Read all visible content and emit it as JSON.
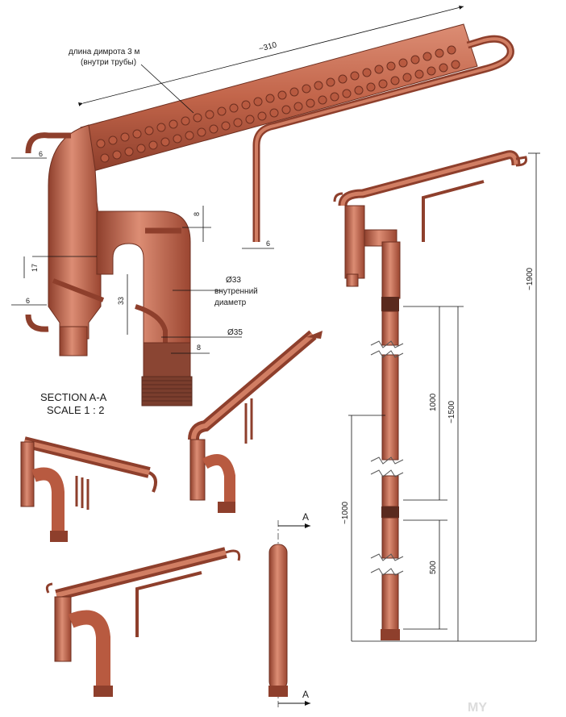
{
  "labels": {
    "chimney_length_line1": "длина димрота 3 м",
    "chimney_length_line2": "(внутри трубы)",
    "dim_310": "~310",
    "dim_6_top": "6",
    "dim_8_top": "8",
    "dim_6_mid": "6",
    "dim_17": "17",
    "dim_6_left": "6",
    "dim_33": "33",
    "dia_33": "Ø33",
    "inner_line1": "внутренний",
    "inner_line2": "диаметр",
    "dia_35": "Ø35",
    "dim_8_bottom": "8",
    "section_title": "SECTION A-A",
    "section_scale": "SCALE 1 : 2",
    "dim_1900": "~1900",
    "dim_1500": "~1500",
    "dim_1000_right": "1000",
    "dim_1000_left": "~1000",
    "dim_500": "500",
    "section_mark_top": "A",
    "section_mark_bottom": "A",
    "watermark": "MY"
  },
  "colors": {
    "copper": "#c2654a",
    "copper_dark": "#8e3f2c",
    "copper_light": "#dc8d74",
    "black": "#1a1a1a"
  }
}
